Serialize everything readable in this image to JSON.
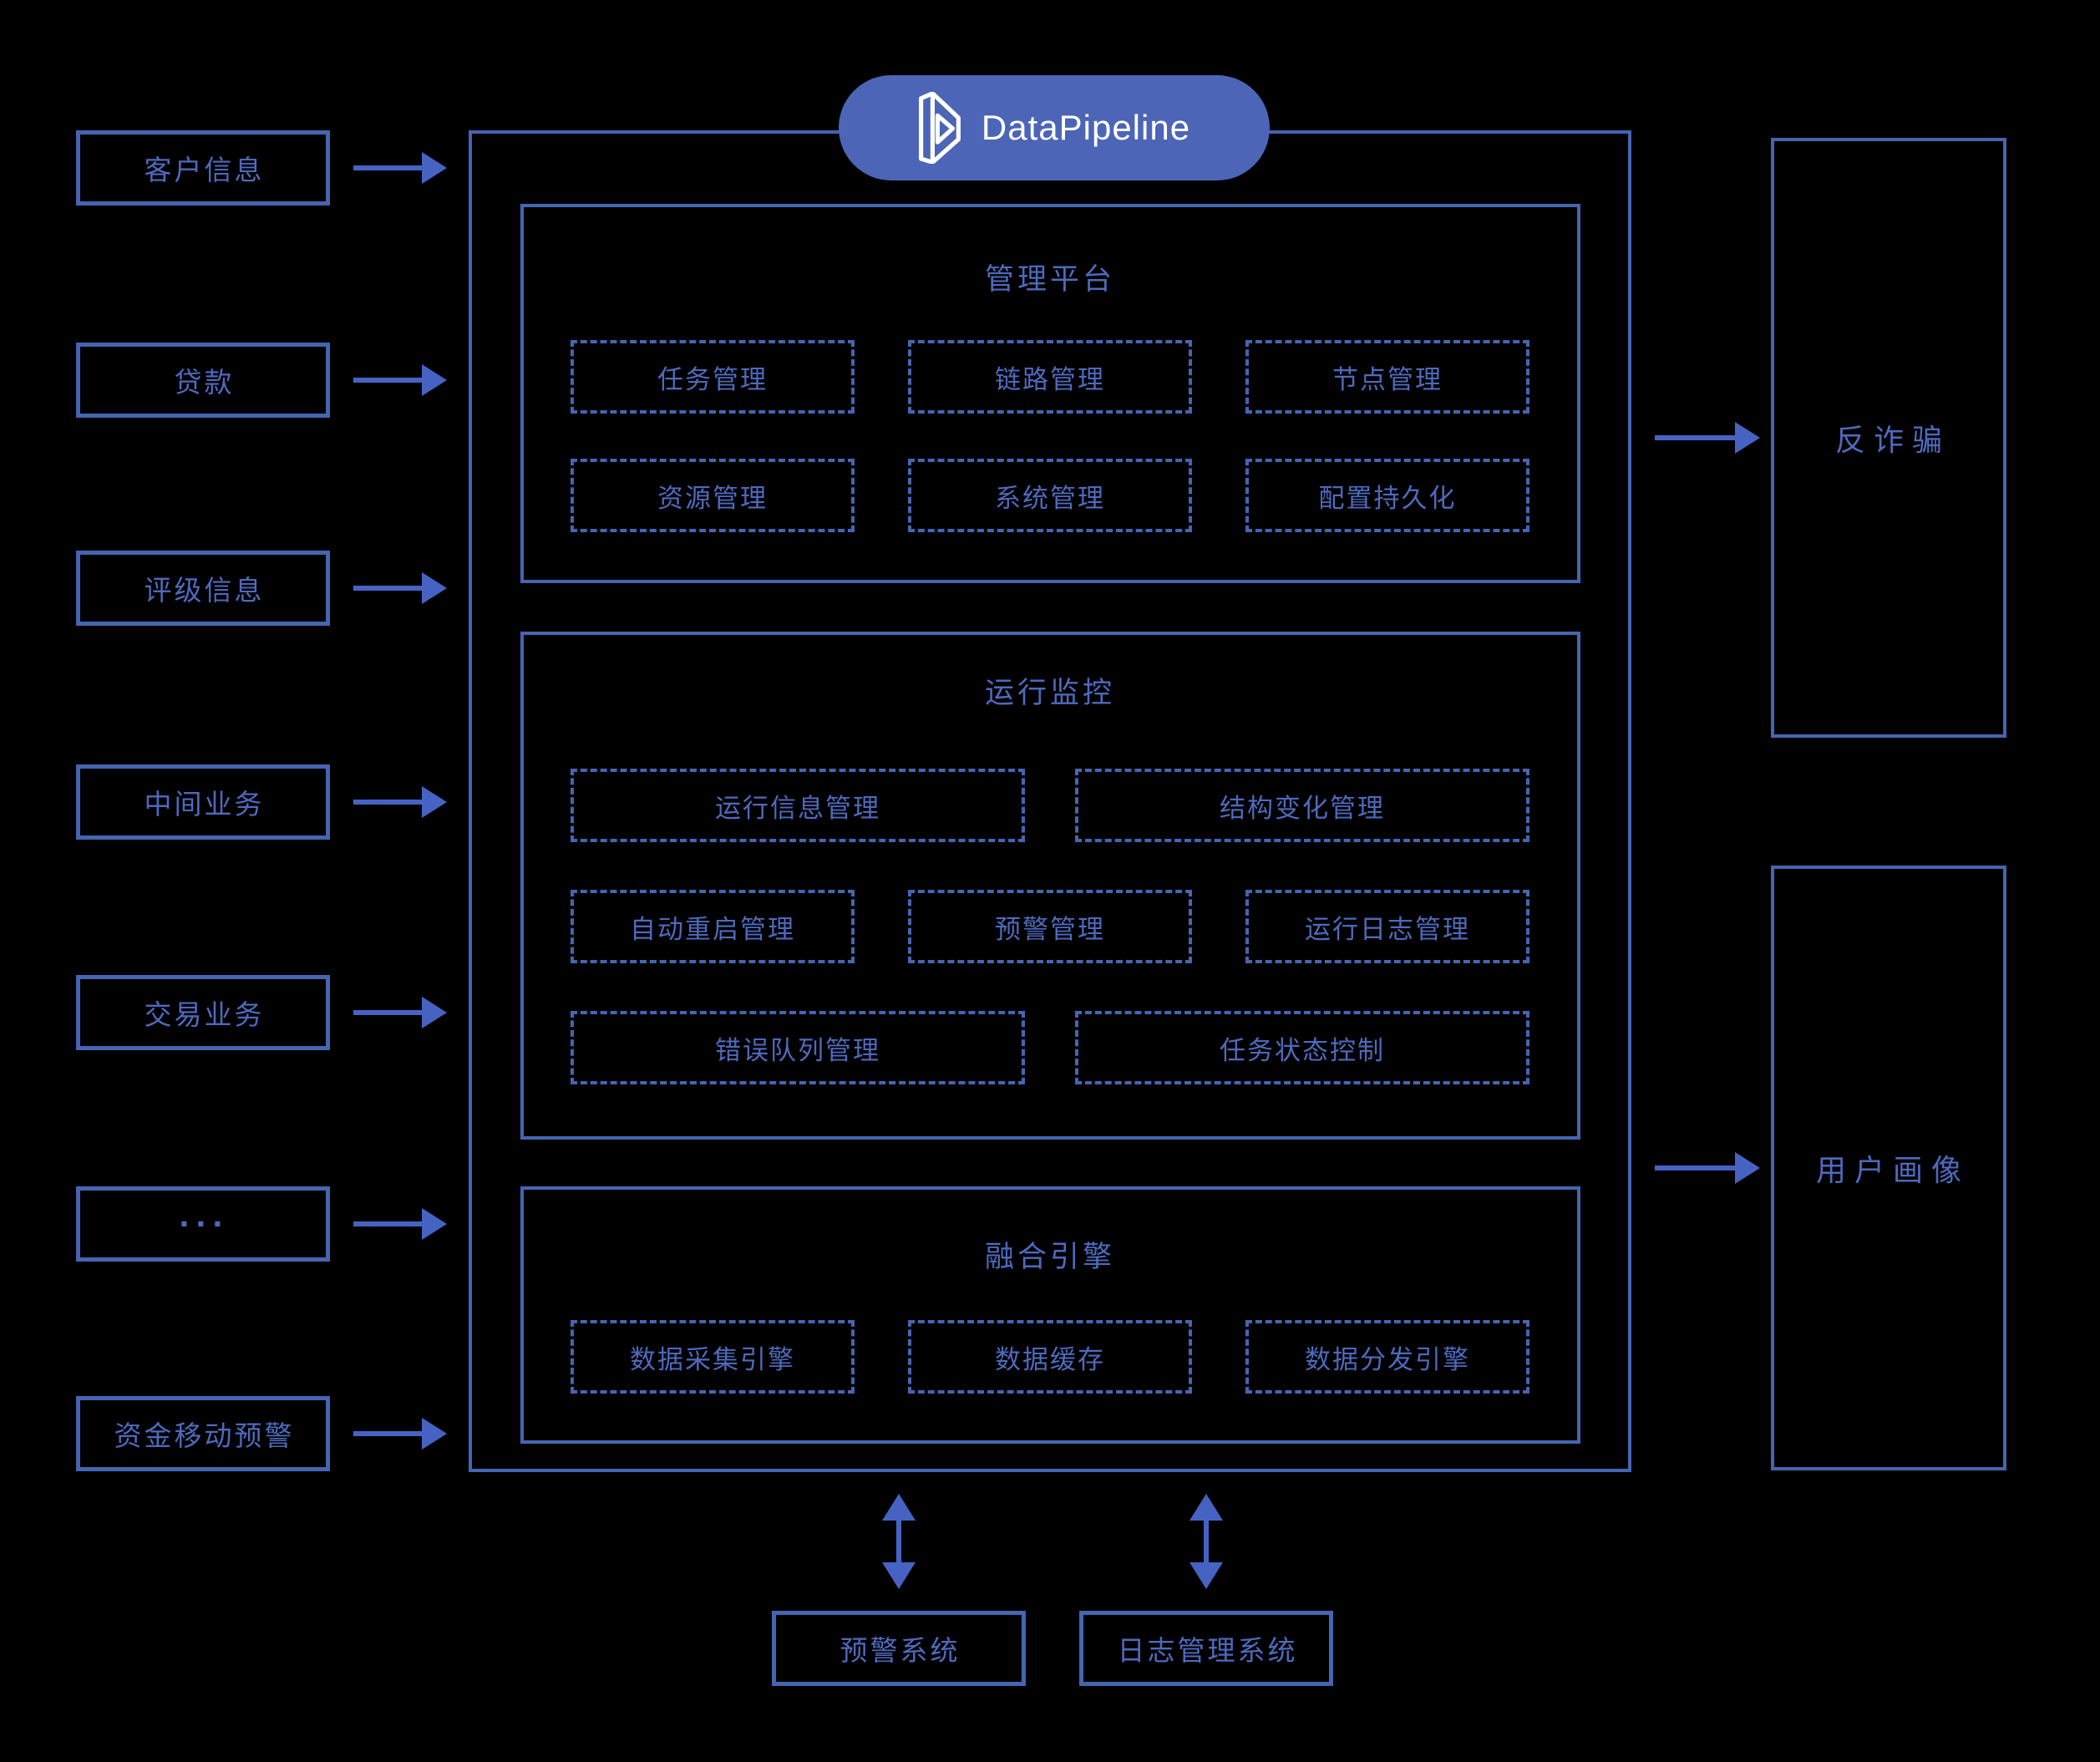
{
  "colors": {
    "background": "#000000",
    "line_blue": "#4565b1",
    "text_blue": "#4e6abd",
    "arrow_blue": "#4663c3",
    "pill_fill": "#4c65b6",
    "pill_text": "#ffffff"
  },
  "logo": {
    "label": "DataPipeline",
    "icon": "datapipeline-prism-icon"
  },
  "sources": [
    "客户信息",
    "贷款",
    "评级信息",
    "中间业务",
    "交易业务",
    "···",
    "资金移动预警"
  ],
  "management": {
    "title": "管理平台",
    "modules": [
      "任务管理",
      "链路管理",
      "节点管理",
      "资源管理",
      "系统管理",
      "配置持久化"
    ]
  },
  "monitoring": {
    "title": "运行监控",
    "row1": [
      "运行信息管理",
      "结构变化管理"
    ],
    "row2": [
      "自动重启管理",
      "预警管理",
      "运行日志管理"
    ],
    "row3": [
      "错误队列管理",
      "任务状态控制"
    ]
  },
  "engine": {
    "title": "融合引擎",
    "modules": [
      "数据采集引擎",
      "数据缓存",
      "数据分发引擎"
    ]
  },
  "targets": [
    "反诈骗",
    "用户画像"
  ],
  "bottom_systems": [
    "预警系统",
    "日志管理系统"
  ]
}
